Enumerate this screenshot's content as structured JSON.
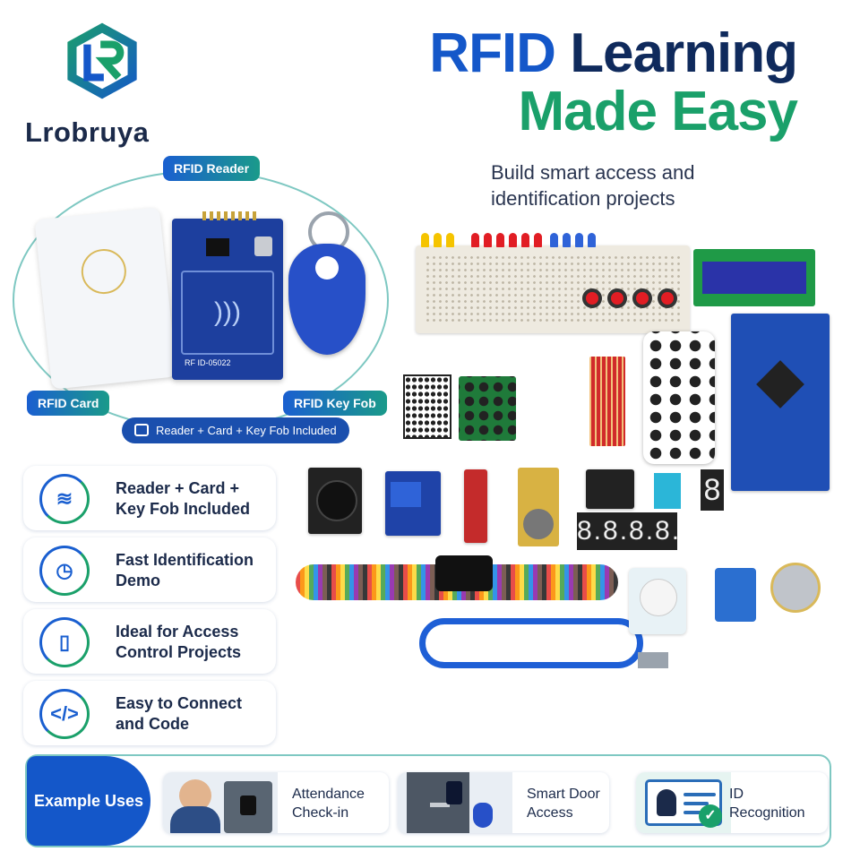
{
  "brand": {
    "name": "Lrobruya",
    "logo_icon": "lr-logo-icon",
    "colors": {
      "blue": "#1457c9",
      "green": "#1aa06a",
      "navy": "#0f2a5c"
    }
  },
  "headline": {
    "word_rfid": "RFID",
    "word_learning": "Learning",
    "line2": "Made Easy",
    "subhead": "Build smart access and identification projects"
  },
  "rfid_panel": {
    "reader_label": "RFID Reader",
    "card_label": "RFID Card",
    "fob_label": "RFID Key Fob",
    "included_label": "Reader + Card + Key Fob Included",
    "reader_board_text": "RF ID-05022"
  },
  "features": [
    {
      "icon": "wifi-tag-icon",
      "text": "Reader + Card + Key Fob Included"
    },
    {
      "icon": "stopwatch-icon",
      "text": "Fast Identification Demo"
    },
    {
      "icon": "door-icon",
      "text": "Ideal for Access Control Projects"
    },
    {
      "icon": "code-icon",
      "text": "Easy to Connect and Code"
    }
  ],
  "kit": {
    "seg1_digit": "8",
    "seg4_digits": "8.8.8.8."
  },
  "uses": {
    "label": "Example Uses",
    "items": [
      {
        "text": "Attendance Check-in",
        "icon": "fingerprint-terminal-icon"
      },
      {
        "text": "Smart Door Access",
        "icon": "smart-door-icon"
      },
      {
        "text": "ID Recognition",
        "icon": "id-card-icon"
      }
    ]
  }
}
